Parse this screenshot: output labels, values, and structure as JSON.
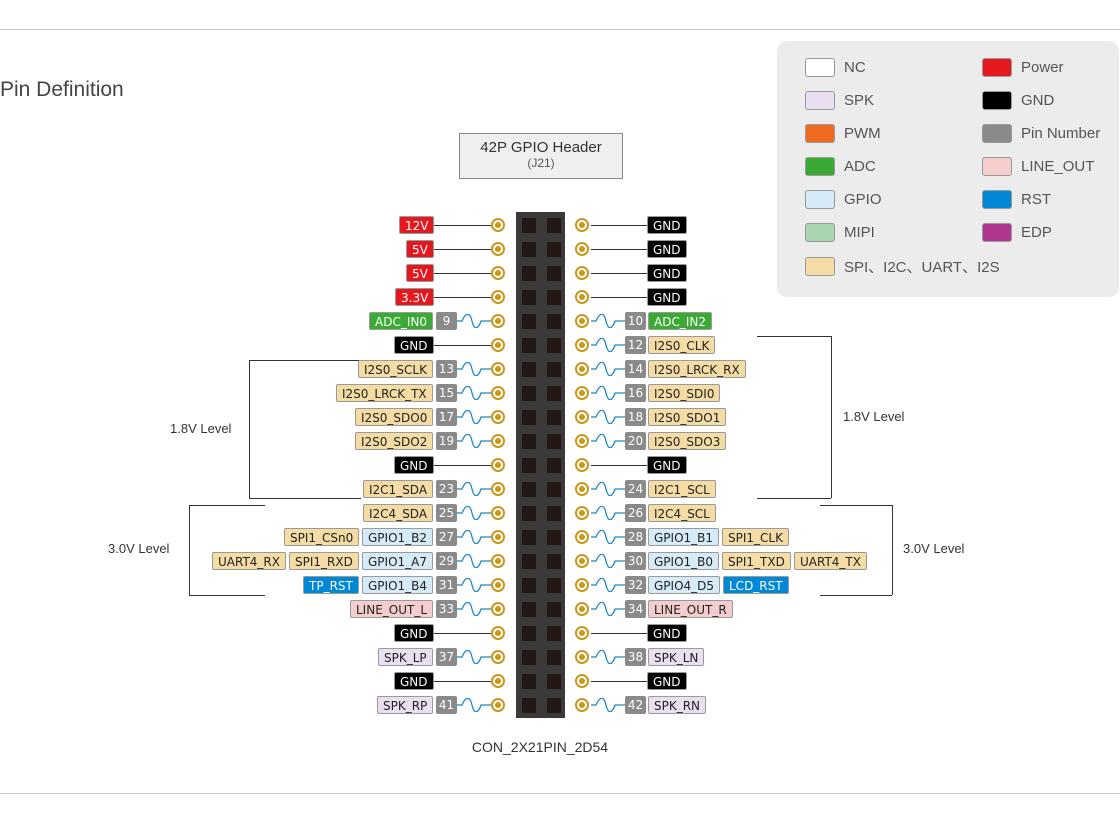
{
  "title": "Pin Definition",
  "header": {
    "title": "42P GPIO Header",
    "subtitle": "(J21)",
    "caption": "CON_2X21PIN_2D54"
  },
  "colors": {
    "nc": "#ffffff",
    "spk": "#e9dff0",
    "pwm": "#ee6a1f",
    "adc": "#3aaa35",
    "gpio": "#d5ebf7",
    "mipi": "#a9d4b0",
    "bus": "#f5dca5",
    "power": "#e3191f",
    "gnd": "#000000",
    "num": "#8a8a8a",
    "line": "#f5cdcd",
    "rst": "#0088d6",
    "edp": "#b0378f"
  },
  "legend": [
    {
      "label": "NC",
      "type": "nc"
    },
    {
      "label": "SPK",
      "type": "spk"
    },
    {
      "label": "PWM",
      "type": "pwm"
    },
    {
      "label": "ADC",
      "type": "adc"
    },
    {
      "label": "GPIO",
      "type": "gpio"
    },
    {
      "label": "MIPI",
      "type": "mipi"
    },
    {
      "label": "SPI、I2C、UART、I2S",
      "type": "bus"
    },
    {
      "label": "Power",
      "type": "power"
    },
    {
      "label": "GND",
      "type": "gnd"
    },
    {
      "label": "Pin Number",
      "type": "num"
    },
    {
      "label": "LINE_OUT",
      "type": "line"
    },
    {
      "label": "RST",
      "type": "rst"
    },
    {
      "label": "EDP",
      "type": "edp"
    }
  ],
  "levels": {
    "left_top": "1.8V Level",
    "left_bottom": "3.0V Level",
    "right_top": "1.8V Level",
    "right_bottom": "3.0V Level"
  },
  "rows": [
    {
      "l": {
        "labels": [
          [
            "12V",
            "power"
          ]
        ]
      },
      "r": {
        "labels": [
          [
            "GND",
            "gnd"
          ]
        ]
      }
    },
    {
      "l": {
        "labels": [
          [
            "5V",
            "power"
          ]
        ]
      },
      "r": {
        "labels": [
          [
            "GND",
            "gnd"
          ]
        ]
      }
    },
    {
      "l": {
        "labels": [
          [
            "5V",
            "power"
          ]
        ]
      },
      "r": {
        "labels": [
          [
            "GND",
            "gnd"
          ]
        ]
      }
    },
    {
      "l": {
        "labels": [
          [
            "3.3V",
            "power"
          ]
        ]
      },
      "r": {
        "labels": [
          [
            "GND",
            "gnd"
          ]
        ]
      }
    },
    {
      "l": {
        "num": "9",
        "labels": [
          [
            "ADC_IN0",
            "adc"
          ]
        ]
      },
      "r": {
        "num": "10",
        "labels": [
          [
            "ADC_IN2",
            "adc"
          ]
        ]
      }
    },
    {
      "l": {
        "labels": [
          [
            "GND",
            "gnd"
          ]
        ]
      },
      "r": {
        "num": "12",
        "labels": [
          [
            "I2S0_CLK",
            "bus"
          ]
        ]
      }
    },
    {
      "l": {
        "num": "13",
        "labels": [
          [
            "I2S0_SCLK",
            "bus"
          ]
        ]
      },
      "r": {
        "num": "14",
        "labels": [
          [
            "I2S0_LRCK_RX",
            "bus"
          ]
        ]
      }
    },
    {
      "l": {
        "num": "15",
        "labels": [
          [
            "I2S0_LRCK_TX",
            "bus"
          ]
        ]
      },
      "r": {
        "num": "16",
        "labels": [
          [
            "I2S0_SDI0",
            "bus"
          ]
        ]
      }
    },
    {
      "l": {
        "num": "17",
        "labels": [
          [
            "I2S0_SDO0",
            "bus"
          ]
        ]
      },
      "r": {
        "num": "18",
        "labels": [
          [
            "I2S0_SDO1",
            "bus"
          ]
        ]
      }
    },
    {
      "l": {
        "num": "19",
        "labels": [
          [
            "I2S0_SDO2",
            "bus"
          ]
        ]
      },
      "r": {
        "num": "20",
        "labels": [
          [
            "I2S0_SDO3",
            "bus"
          ]
        ]
      }
    },
    {
      "l": {
        "labels": [
          [
            "GND",
            "gnd"
          ]
        ]
      },
      "r": {
        "labels": [
          [
            "GND",
            "gnd"
          ]
        ]
      }
    },
    {
      "l": {
        "num": "23",
        "labels": [
          [
            "I2C1_SDA",
            "bus"
          ]
        ]
      },
      "r": {
        "num": "24",
        "labels": [
          [
            "I2C1_SCL",
            "bus"
          ]
        ]
      }
    },
    {
      "l": {
        "num": "25",
        "labels": [
          [
            "I2C4_SDA",
            "bus"
          ]
        ]
      },
      "r": {
        "num": "26",
        "labels": [
          [
            "I2C4_SCL",
            "bus"
          ]
        ]
      }
    },
    {
      "l": {
        "num": "27",
        "labels": [
          [
            "GPIO1_B2",
            "gpio"
          ],
          [
            "SPI1_CSn0",
            "bus"
          ]
        ]
      },
      "r": {
        "num": "28",
        "labels": [
          [
            "GPIO1_B1",
            "gpio"
          ],
          [
            "SPI1_CLK",
            "bus"
          ]
        ]
      }
    },
    {
      "l": {
        "num": "29",
        "labels": [
          [
            "GPIO1_A7",
            "gpio"
          ],
          [
            "SPI1_RXD",
            "bus"
          ],
          [
            "UART4_RX",
            "bus"
          ]
        ]
      },
      "r": {
        "num": "30",
        "labels": [
          [
            "GPIO1_B0",
            "gpio"
          ],
          [
            "SPI1_TXD",
            "bus"
          ],
          [
            "UART4_TX",
            "bus"
          ]
        ]
      }
    },
    {
      "l": {
        "num": "31",
        "labels": [
          [
            "GPIO1_B4",
            "gpio"
          ],
          [
            "TP_RST",
            "rst"
          ]
        ]
      },
      "r": {
        "num": "32",
        "labels": [
          [
            "GPIO4_D5",
            "gpio"
          ],
          [
            "LCD_RST",
            "rst"
          ]
        ]
      }
    },
    {
      "l": {
        "num": "33",
        "labels": [
          [
            "LINE_OUT_L",
            "line"
          ]
        ]
      },
      "r": {
        "num": "34",
        "labels": [
          [
            "LINE_OUT_R",
            "line"
          ]
        ]
      }
    },
    {
      "l": {
        "labels": [
          [
            "GND",
            "gnd"
          ]
        ]
      },
      "r": {
        "labels": [
          [
            "GND",
            "gnd"
          ]
        ]
      }
    },
    {
      "l": {
        "num": "37",
        "labels": [
          [
            "SPK_LP",
            "spk"
          ]
        ]
      },
      "r": {
        "num": "38",
        "labels": [
          [
            "SPK_LN",
            "spk"
          ]
        ]
      }
    },
    {
      "l": {
        "labels": [
          [
            "GND",
            "gnd"
          ]
        ]
      },
      "r": {
        "labels": [
          [
            "GND",
            "gnd"
          ]
        ]
      }
    },
    {
      "l": {
        "num": "41",
        "labels": [
          [
            "SPK_RP",
            "spk"
          ]
        ]
      },
      "r": {
        "num": "42",
        "labels": [
          [
            "SPK_RN",
            "spk"
          ]
        ]
      }
    }
  ]
}
